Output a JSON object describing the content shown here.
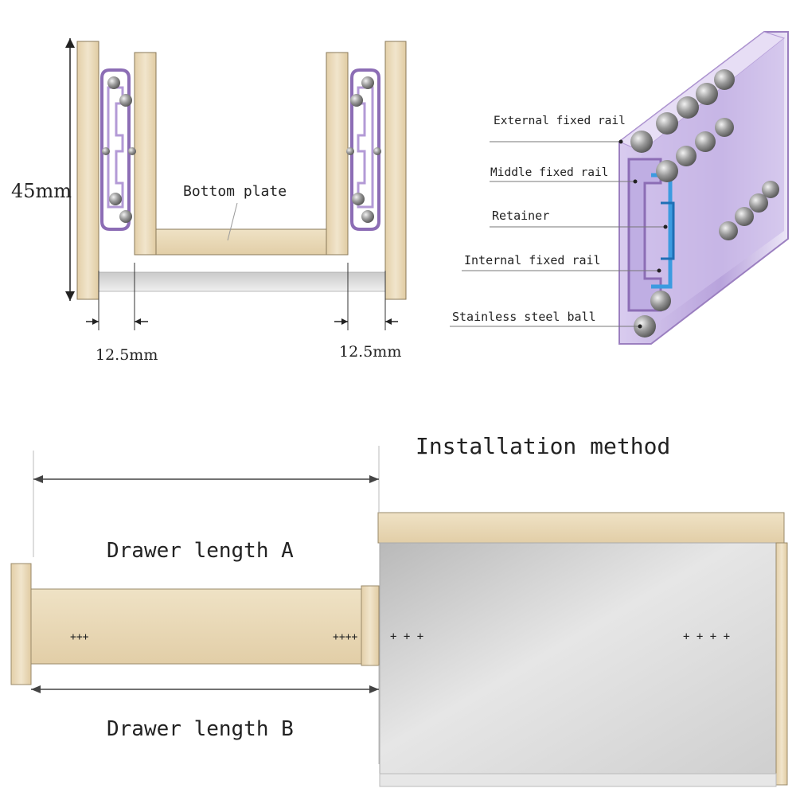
{
  "cross_section": {
    "height_label": "45mm",
    "bottom_plate_label": "Bottom plate",
    "gap_left_label": "12.5mm",
    "gap_right_label": "12.5mm"
  },
  "rail_detail": {
    "callouts": [
      "External fixed rail",
      "Middle fixed rail",
      "Retainer",
      "Internal fixed rail",
      "Stainless steel ball"
    ]
  },
  "installation": {
    "title": "Installation method",
    "length_a_label": "Drawer length A",
    "length_b_label": "Drawer length B",
    "marks": {
      "drawer_left": "+++",
      "drawer_right": "++++",
      "cabinet_left": "+ + +",
      "cabinet_right": "+ + + +"
    }
  },
  "colors": {
    "wood": "#ead9b8",
    "wood_edge": "#8a7a5a",
    "rail_purple": "#9b7fc0",
    "rail_blue": "#3c9be0",
    "ball": "#8f8f8f",
    "cabinet_gray": "#c7c7c7"
  }
}
